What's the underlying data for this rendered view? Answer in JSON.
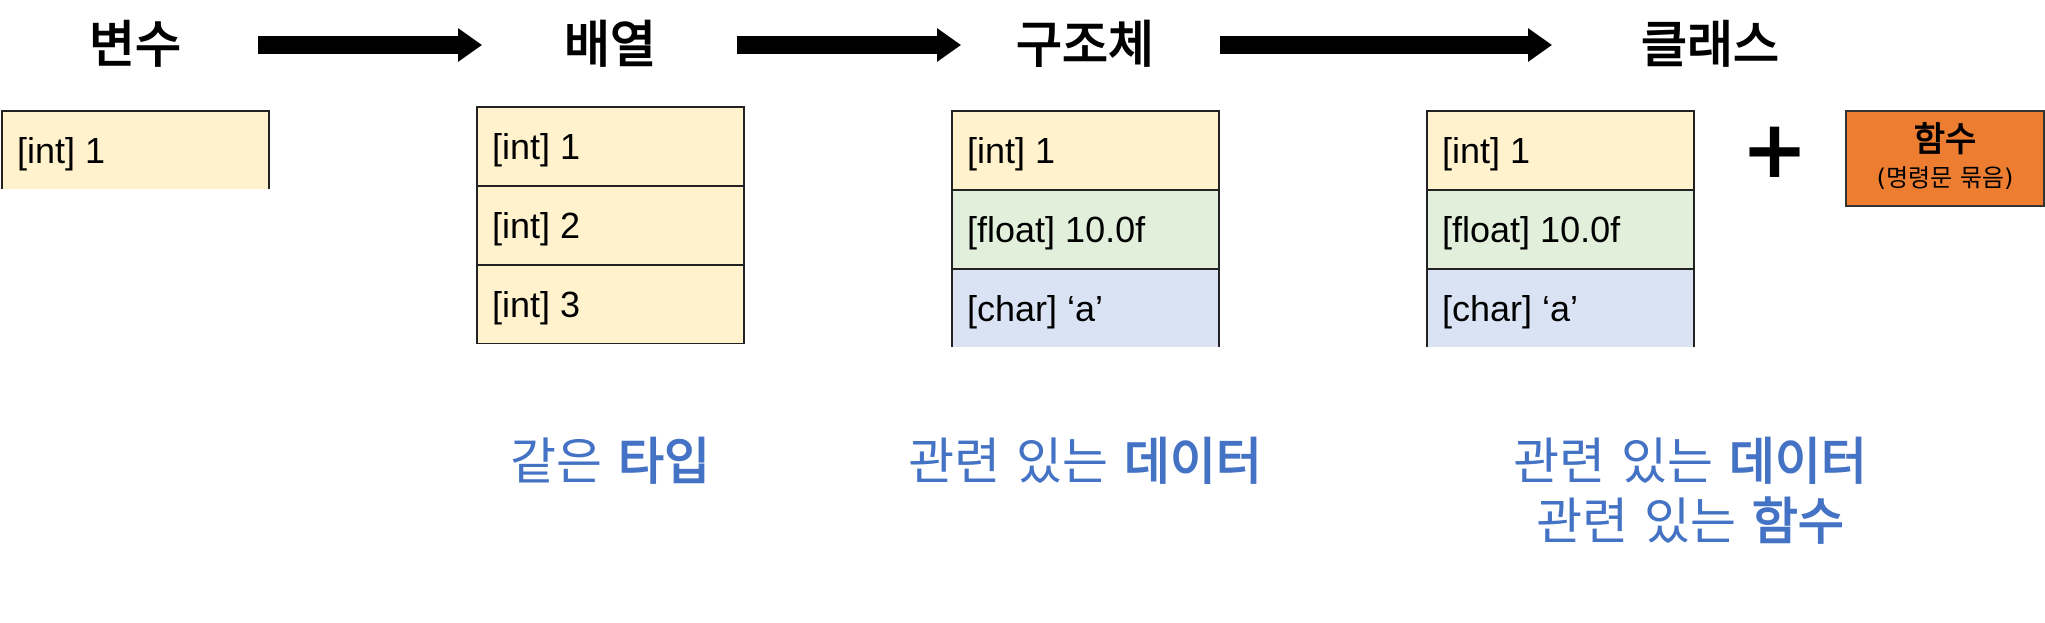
{
  "titles": {
    "variable": "변수",
    "array": "배열",
    "struct": "구조체",
    "class": "클래스"
  },
  "variable_box": {
    "cells": [
      "[int] 1"
    ]
  },
  "array_box": {
    "cells": [
      "[int] 1",
      "[int] 2",
      "[int] 3"
    ]
  },
  "struct_box": {
    "cells": [
      "[int] 1",
      "[float] 10.0f",
      "[char] ‘a’"
    ]
  },
  "class_box": {
    "cells": [
      "[int] 1",
      "[float] 10.0f",
      "[char] ‘a’"
    ]
  },
  "plus_sign": "+",
  "function_box": {
    "title": "함수",
    "subtitle": "(명령문 묶음)"
  },
  "captions": {
    "array": {
      "normal": "같은 ",
      "bold": "타입"
    },
    "struct": {
      "normal": "관련 있는 ",
      "bold": "데이터"
    },
    "class_line1": {
      "normal": "관련 있는 ",
      "bold": "데이터"
    },
    "class_line2": {
      "normal": "관련 있는 ",
      "bold": "함수"
    }
  },
  "colors": {
    "int_cell": "#fff2cc",
    "float_cell": "#e2efda",
    "char_cell": "#dae3f3",
    "function_box": "#ed7d31",
    "caption_text": "#4472c4"
  }
}
